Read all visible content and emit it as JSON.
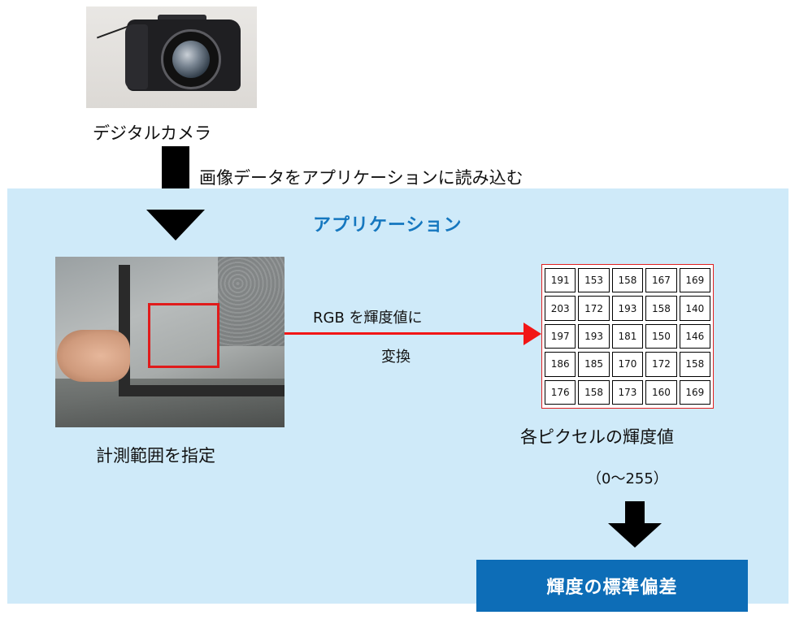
{
  "camera": {
    "caption": "デジタルカメラ",
    "import_caption": "画像データをアプリケーションに読み込む"
  },
  "app": {
    "title": "アプリケーション",
    "panel_color": "#cfeaf9",
    "title_color": "#1577bf"
  },
  "measurement": {
    "caption": "計測範囲を指定",
    "selection_color": "#e01b1b"
  },
  "conversion": {
    "line1": "RGB を輝度値に",
    "line2": "変換",
    "arrow_color": "#f21616"
  },
  "pixel_grid": {
    "rows": [
      [
        "191",
        "153",
        "158",
        "167",
        "169"
      ],
      [
        "203",
        "172",
        "193",
        "158",
        "140"
      ],
      [
        "197",
        "193",
        "181",
        "150",
        "146"
      ],
      [
        "186",
        "185",
        "170",
        "172",
        "158"
      ],
      [
        "176",
        "158",
        "173",
        "160",
        "169"
      ]
    ],
    "caption": "各ピクセルの輝度値",
    "range": "（0～255）"
  },
  "result": {
    "label": "輝度の標準偏差",
    "color": "#0d6db7"
  }
}
